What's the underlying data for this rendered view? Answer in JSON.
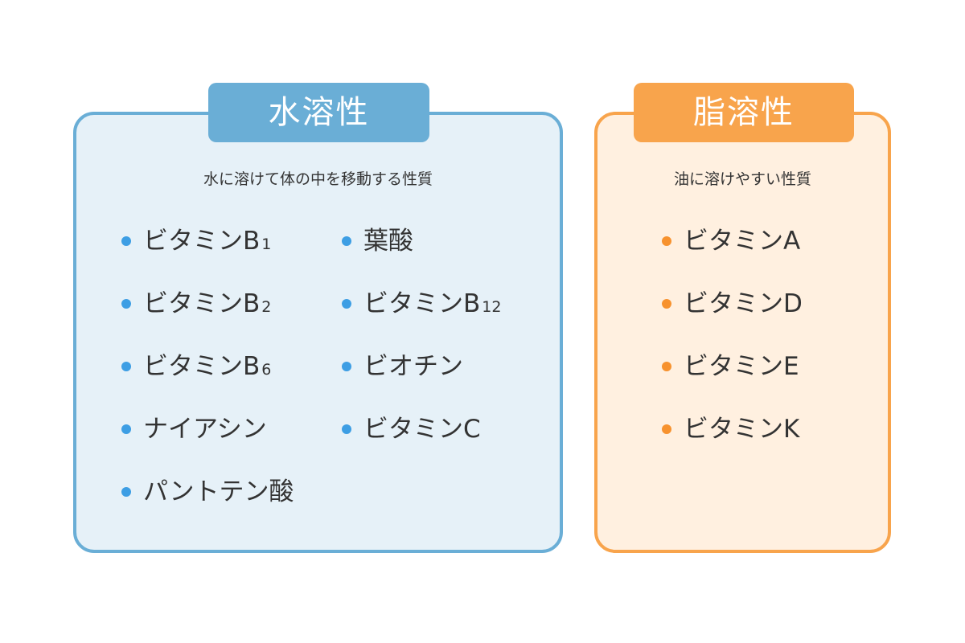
{
  "water_soluble": {
    "title": "水溶性",
    "description": "水に溶けて体の中を移動する性質",
    "items": [
      {
        "label": "ビタミンB",
        "sub": "1"
      },
      {
        "label": "ビタミンB",
        "sub": "2"
      },
      {
        "label": "ビタミンB",
        "sub": "6"
      },
      {
        "label": "ナイアシン",
        "sub": ""
      },
      {
        "label": "パントテン酸",
        "sub": ""
      },
      {
        "label": "葉酸",
        "sub": ""
      },
      {
        "label": "ビタミンB",
        "sub": "12"
      },
      {
        "label": "ビオチン",
        "sub": ""
      },
      {
        "label": "ビタミンC",
        "sub": ""
      }
    ],
    "color": "#6aaed6",
    "bullet_color": "#3d9ee4",
    "background": "#e6f1f8"
  },
  "fat_soluble": {
    "title": "脂溶性",
    "description": "油に溶けやすい性質",
    "items": [
      {
        "label": "ビタミンA"
      },
      {
        "label": "ビタミンD"
      },
      {
        "label": "ビタミンE"
      },
      {
        "label": "ビタミンK"
      }
    ],
    "color": "#f8a44c",
    "bullet_color": "#f7922e",
    "background": "#fff0e0"
  }
}
